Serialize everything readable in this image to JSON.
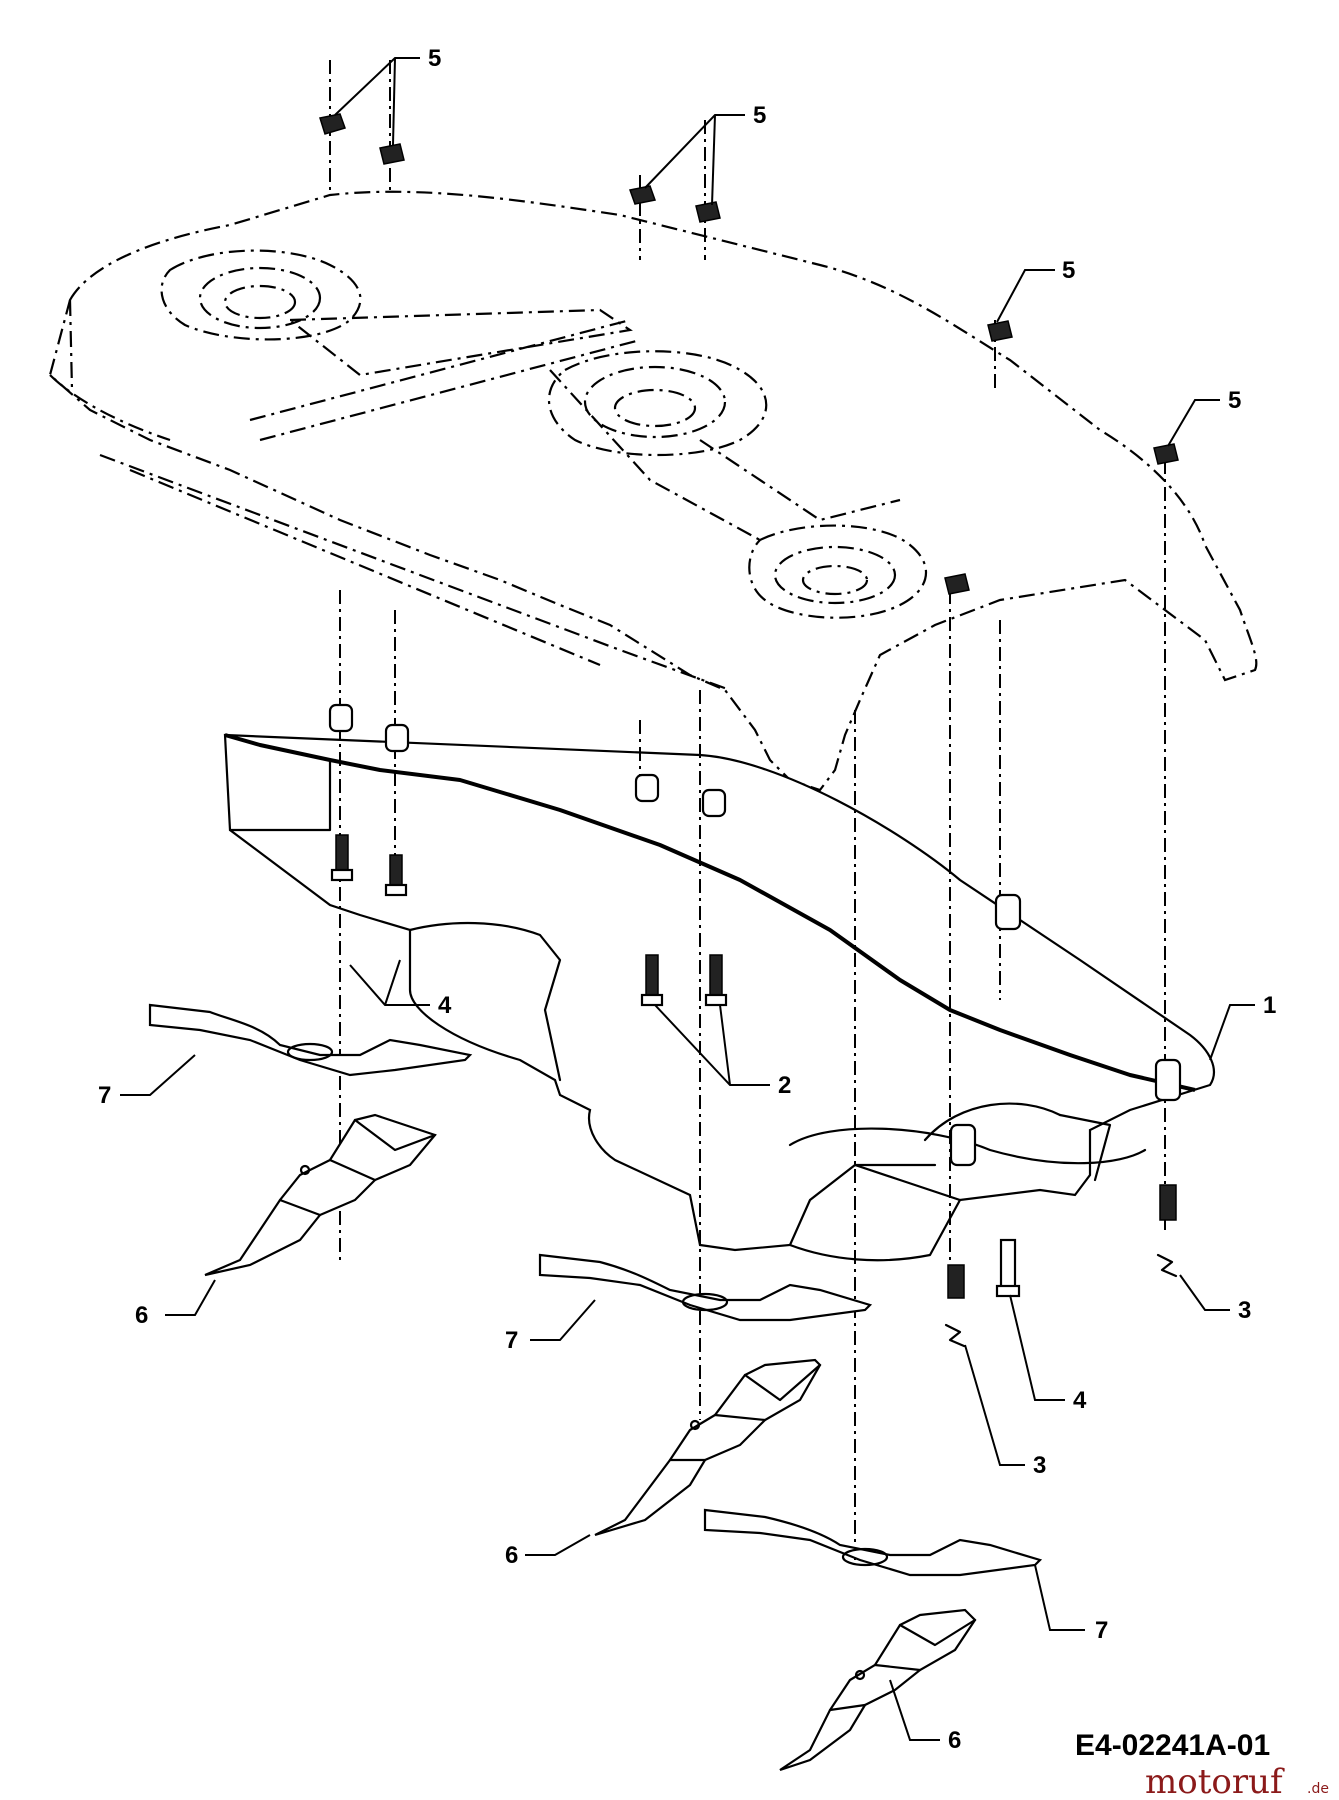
{
  "drawing_number": "E4-02241A-01",
  "watermark": {
    "main": "motoruf",
    "suffix": ".de"
  },
  "callouts": [
    {
      "id": "c1",
      "label": "5"
    },
    {
      "id": "c2",
      "label": "5"
    },
    {
      "id": "c3",
      "label": "5"
    },
    {
      "id": "c4",
      "label": "5"
    },
    {
      "id": "c5",
      "label": "4"
    },
    {
      "id": "c6",
      "label": "1"
    },
    {
      "id": "c7",
      "label": "7"
    },
    {
      "id": "c8",
      "label": "2"
    },
    {
      "id": "c9",
      "label": "6"
    },
    {
      "id": "c10",
      "label": "3"
    },
    {
      "id": "c11",
      "label": "7"
    },
    {
      "id": "c12",
      "label": "4"
    },
    {
      "id": "c13",
      "label": "3"
    },
    {
      "id": "c14",
      "label": "6"
    },
    {
      "id": "c15",
      "label": "7"
    },
    {
      "id": "c16",
      "label": "6"
    }
  ]
}
